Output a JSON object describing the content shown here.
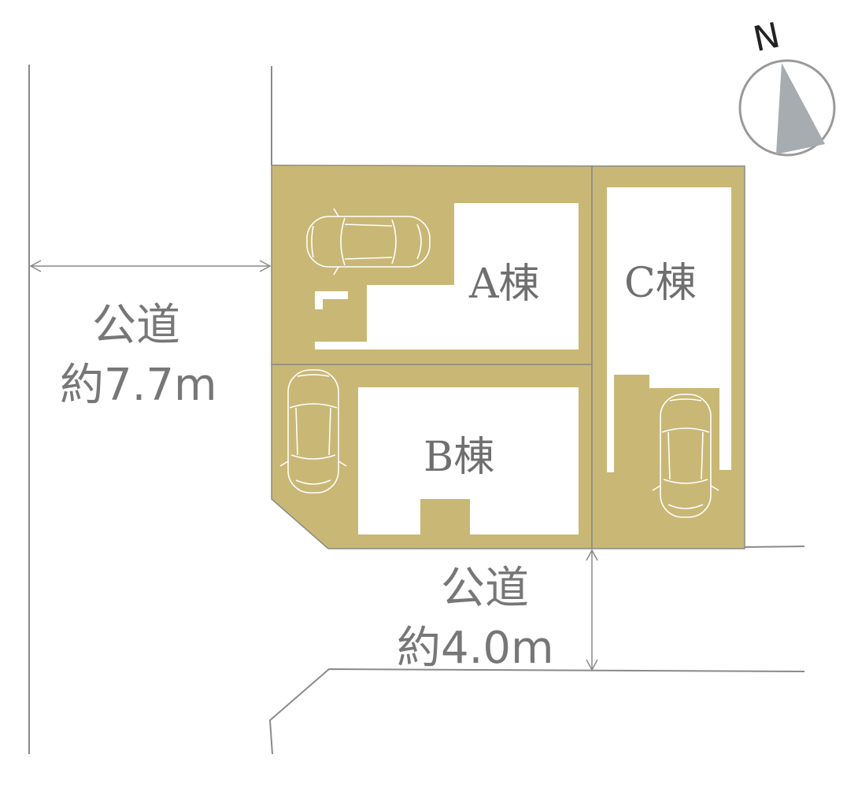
{
  "lots": {
    "a": {
      "label": "A棟"
    },
    "b": {
      "label": "B棟"
    },
    "c": {
      "label": "C棟"
    }
  },
  "roads": {
    "west": {
      "name": "公道",
      "width": "約7.7m"
    },
    "south": {
      "name": "公道",
      "width": "約4.0m"
    }
  },
  "compass": {
    "north_label": "N"
  },
  "colors": {
    "lot_fill": "#c9b775",
    "building": "#ffffff",
    "line": "#8a8a8a",
    "compass_needle": "#a6acb0"
  },
  "icons": [
    "car-icon",
    "compass-icon",
    "dimension-arrow-icon"
  ]
}
